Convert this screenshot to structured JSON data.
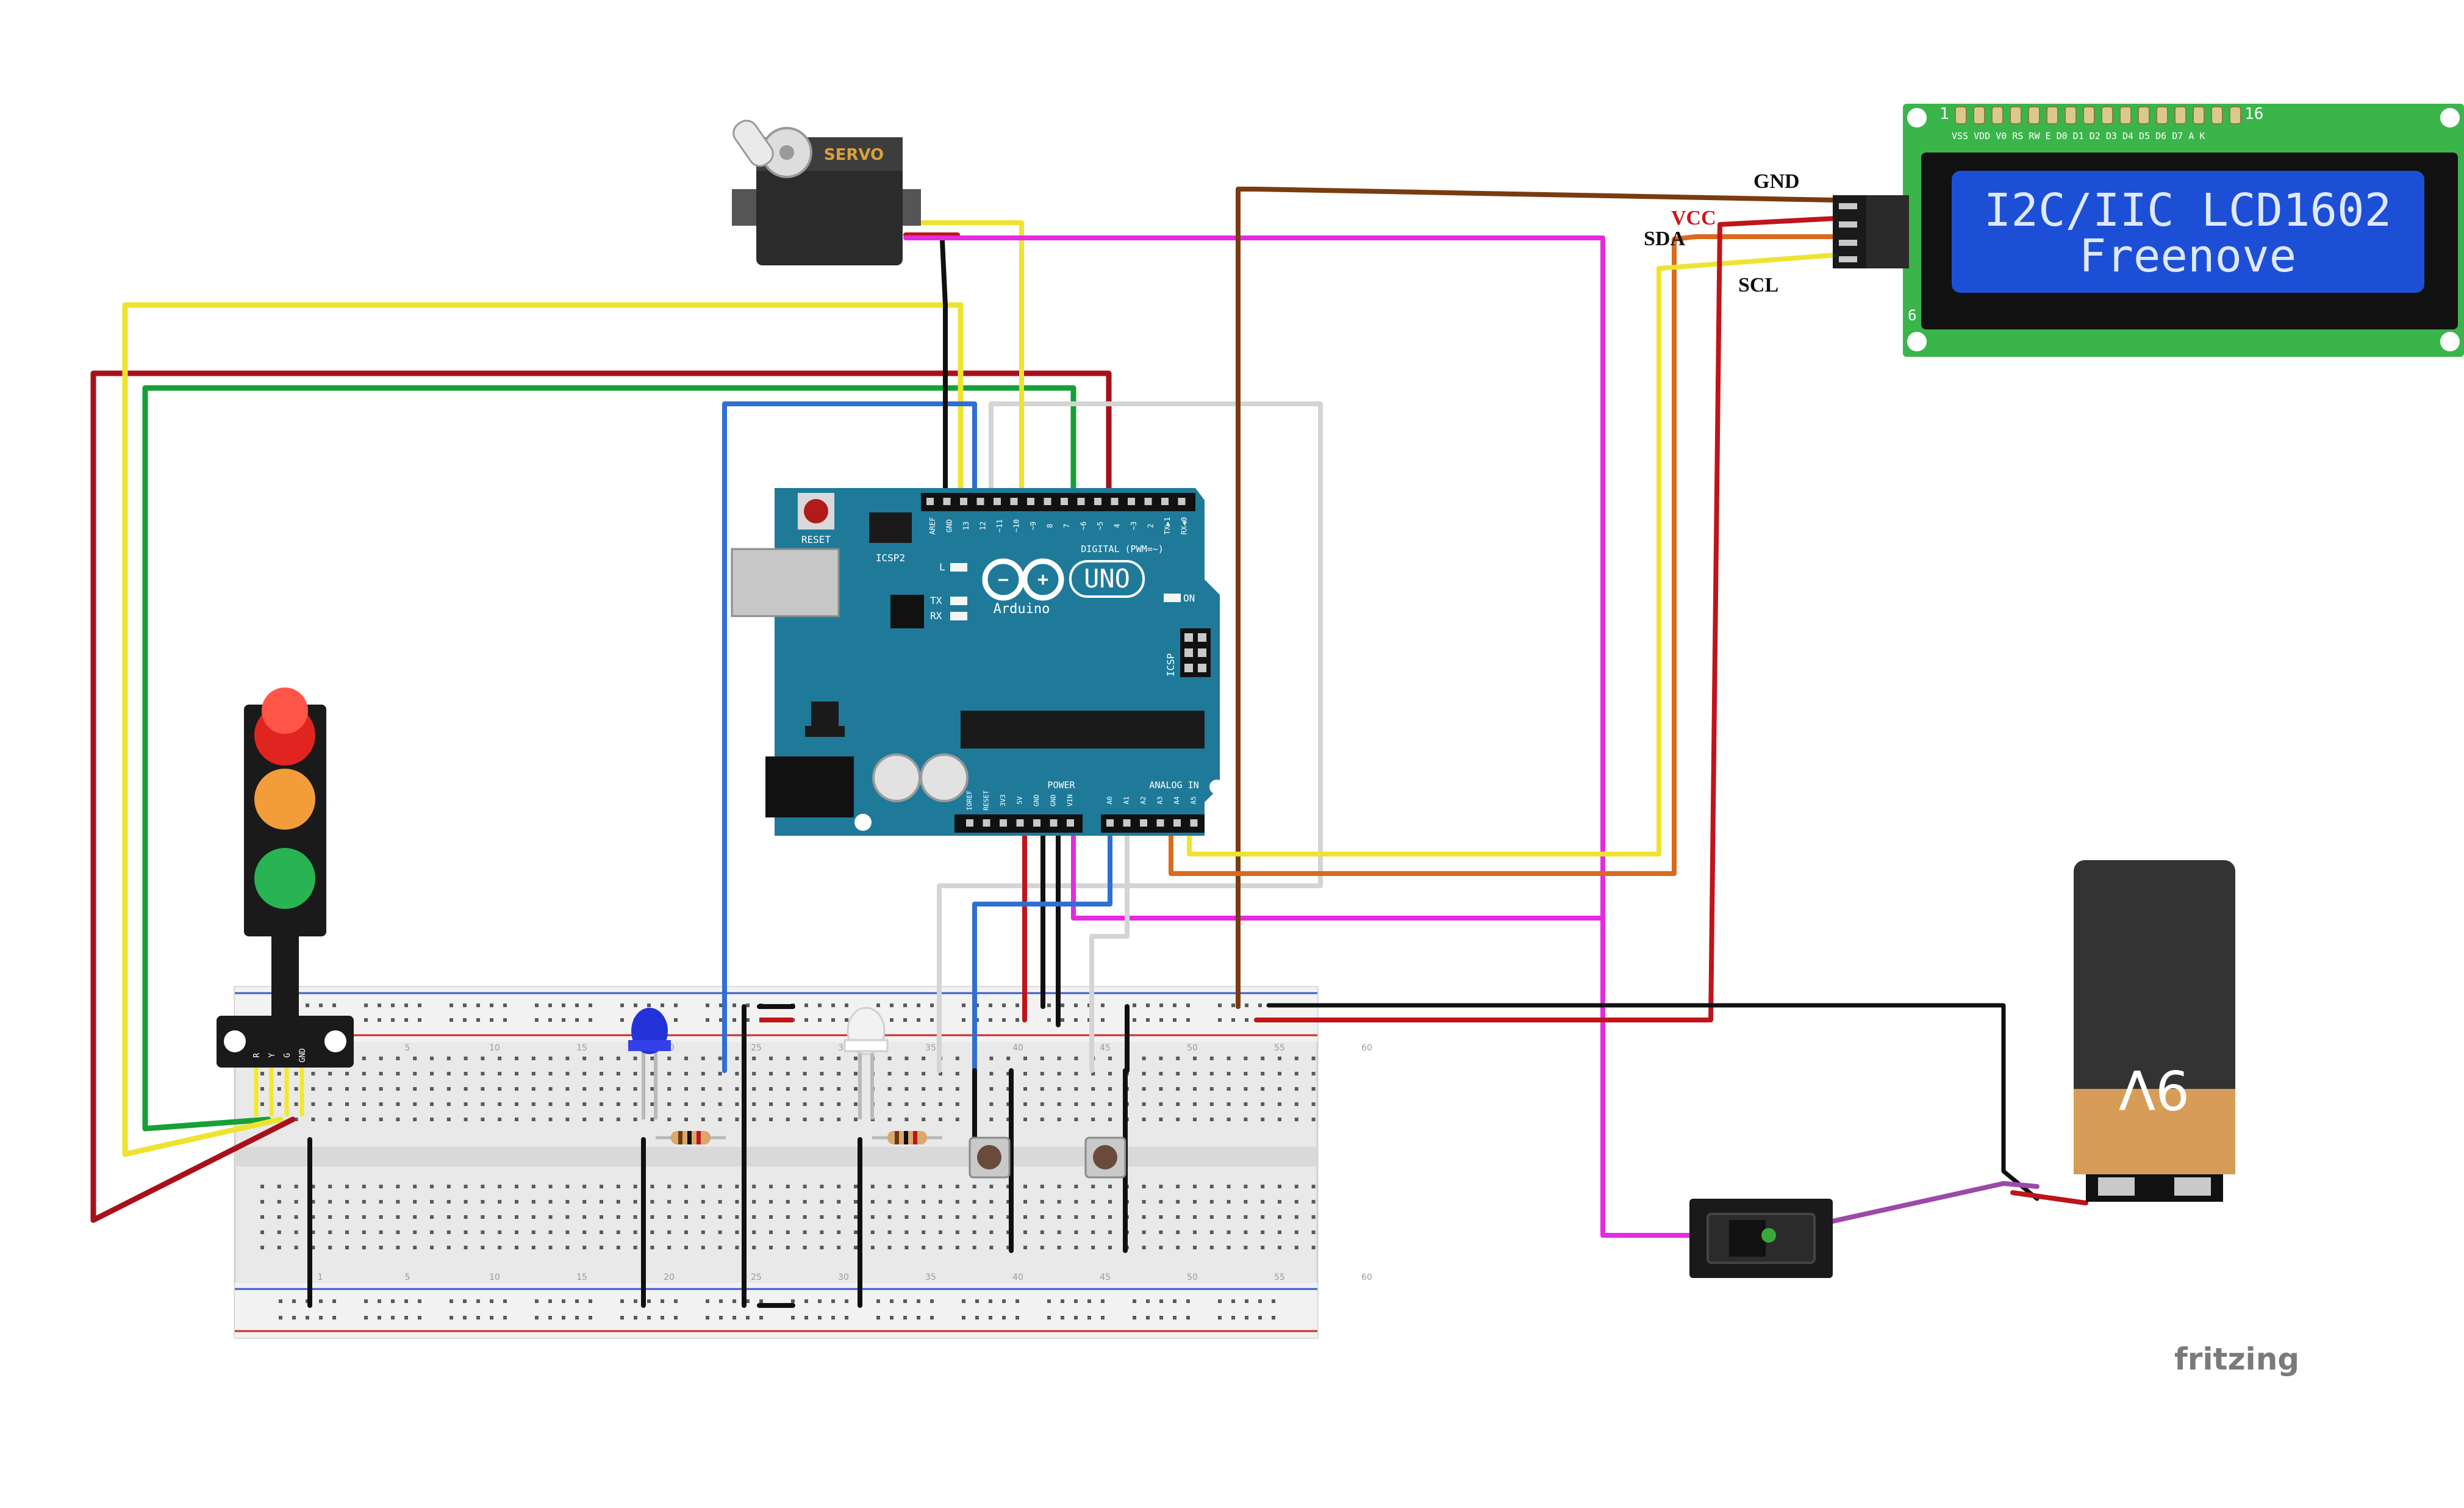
{
  "servo": {
    "label": "SERVO"
  },
  "arduino": {
    "reset_label": "RESET",
    "icsp2_label": "ICSP2",
    "icsp_label": "ICSP",
    "led_l": "L",
    "led_tx": "TX",
    "led_rx": "RX",
    "on_label": "ON",
    "digital_label": "DIGITAL (PWM=~)",
    "brand": "Arduino",
    "model": "UNO",
    "power_label": "POWER",
    "analog_label": "ANALOG IN",
    "digital_pins": [
      "AREF",
      "GND",
      "13",
      "12",
      "~11",
      "~10",
      "~9",
      "8",
      "7",
      "~6",
      "~5",
      "4",
      "~3",
      "2",
      "TX▶1",
      "RX◀0"
    ],
    "power_pins": [
      "IOREF",
      "RESET",
      "3V3",
      "5V",
      "GND",
      "GND",
      "VIN"
    ],
    "analog_pins": [
      "A0",
      "A1",
      "A2",
      "A3",
      "A4",
      "A5"
    ]
  },
  "lcd": {
    "line1": "I2C/IIC LCD1602",
    "line2": "Freenove",
    "pin_first": "1",
    "pin_last": "16",
    "row_marker": "6",
    "pin_header": "VSS VDD V0 RS RW E D0 D1 D2 D3 D4 D5 D6 D7 A K"
  },
  "i2c_labels": {
    "gnd": "GND",
    "vcc": "VCC",
    "sda": "SDA",
    "scl": "SCL"
  },
  "battery": {
    "label": "9V"
  },
  "traffic_light": {
    "pins": [
      "R",
      "Y",
      "G",
      "GND"
    ]
  },
  "breadboard": {
    "col_numbers": [
      "1",
      "5",
      "10",
      "15",
      "20",
      "25",
      "30",
      "35",
      "40",
      "45",
      "50",
      "55",
      "60"
    ]
  },
  "brand": {
    "text": "fritzing"
  },
  "colors": {
    "red": "#c0141b",
    "yellow": "#f3e92a",
    "green": "#18a83a",
    "blue": "#2f6fd0",
    "black": "#101010",
    "white": "#d6d6d6",
    "brown": "#7a3b10",
    "orange": "#d86b1c",
    "magenta": "#e52be0",
    "arduino": "#1f7a9a",
    "lcd_board": "#3ab54a",
    "lcd_screen": "#1d4fd6"
  }
}
